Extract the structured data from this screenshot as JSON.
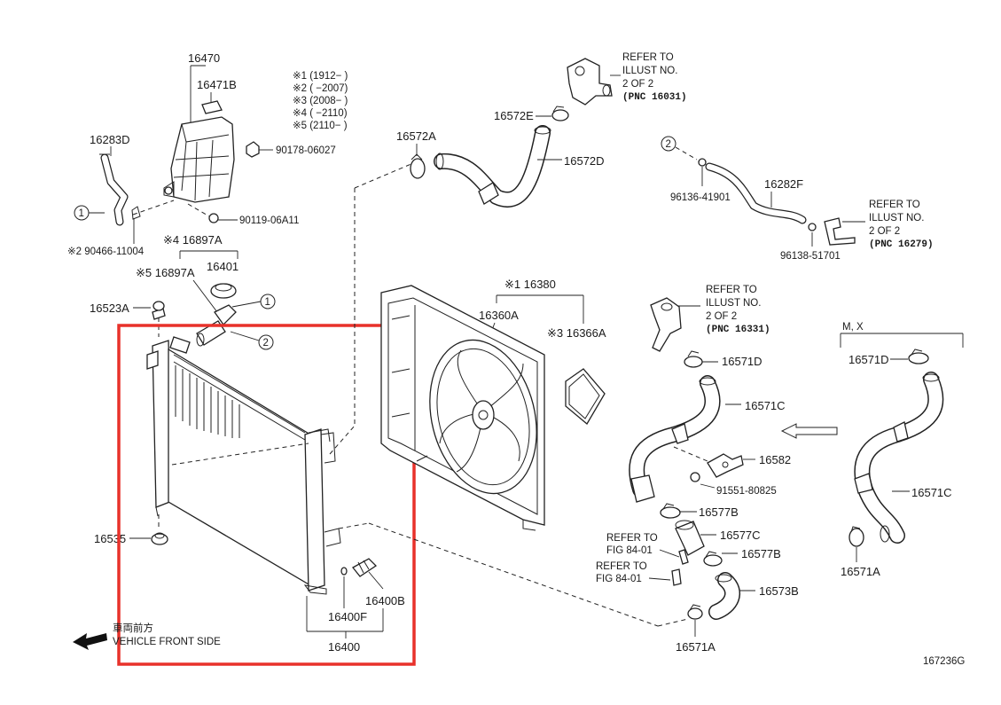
{
  "labels": {
    "p16470": "16470",
    "p16471B": "16471B",
    "p16283D": "16283D",
    "p90178": "90178-06027",
    "p90119": "90119-06A11",
    "p90466": "※2 90466-11004",
    "p16897A_4": "※4 16897A",
    "p16897A_5": "※5 16897A",
    "p16401": "16401",
    "p16523A": "16523A",
    "p16535": "16535",
    "p16400F": "16400F",
    "p16400B": "16400B",
    "p16400": "16400",
    "p16572A": "16572A",
    "p16572E": "16572E",
    "p16572D": "16572D",
    "p16380": "※1 16380",
    "p16360A": "16360A",
    "p16366A": "※3 16366A",
    "p96136": "96136-41901",
    "p16282F": "16282F",
    "p96138": "96138-51701",
    "p16571D_a": "16571D",
    "p16571C_a": "16571C",
    "p16582": "16582",
    "p91551": "91551-80825",
    "p16577B_a": "16577B",
    "p16577C": "16577C",
    "p16577B_b": "16577B",
    "p16573B": "16573B",
    "p16571A_a": "16571A",
    "p16571D_b": "16571D",
    "p16571C_b": "16571C",
    "p16571A_b": "16571A",
    "mx": "M, X"
  },
  "notes": {
    "n1": "※1 (1912−      )",
    "n2": "※2 (        −2007)",
    "n3": "※3 (2008−      )",
    "n4": "※4 (        −2110)",
    "n5": "※5 (2110−      )"
  },
  "refs": {
    "r1": [
      "REFER TO",
      "ILLUST NO.",
      "2 OF 2",
      "(PNC 16031)"
    ],
    "r2": [
      "REFER TO",
      "ILLUST NO.",
      "2 OF 2",
      "(PNC 16279)"
    ],
    "r3": [
      "REFER TO",
      "ILLUST NO.",
      "2 OF 2",
      "(PNC 16331)"
    ],
    "fig1": [
      "REFER TO",
      "FIG 84-01"
    ],
    "fig2": [
      "REFER TO",
      "FIG 84-01"
    ]
  },
  "callouts": {
    "c1a": "1",
    "c1b": "1",
    "c2a": "2",
    "c2b": "2"
  },
  "front": {
    "jp": "車両前方",
    "en": "VEHICLE FRONT SIDE"
  },
  "illustration_id": "167236G",
  "colors": {
    "highlight": "#e8312a",
    "line": "#222222"
  }
}
